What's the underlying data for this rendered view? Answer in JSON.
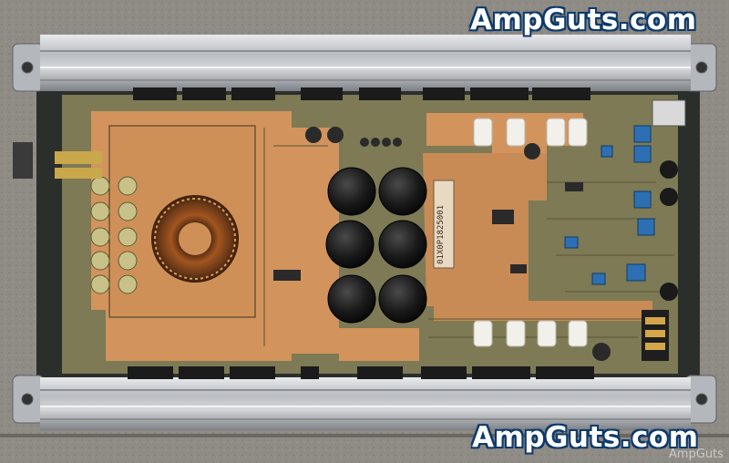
{
  "watermarks": {
    "top": "AmpGuts.com",
    "bottom": "AmpGuts.com",
    "corner": "AmpGuts"
  },
  "pcb": {
    "part_label": "01X0P1825001"
  },
  "colors": {
    "concrete": "#8f8b85",
    "heatsink": "#c9ccd0",
    "pcb_copper": "#d2945c",
    "pcb_green": "#7d7a55",
    "capacitor": "#141414",
    "watermark_text": "#ffffff",
    "watermark_outline": "#0d3a6b"
  }
}
